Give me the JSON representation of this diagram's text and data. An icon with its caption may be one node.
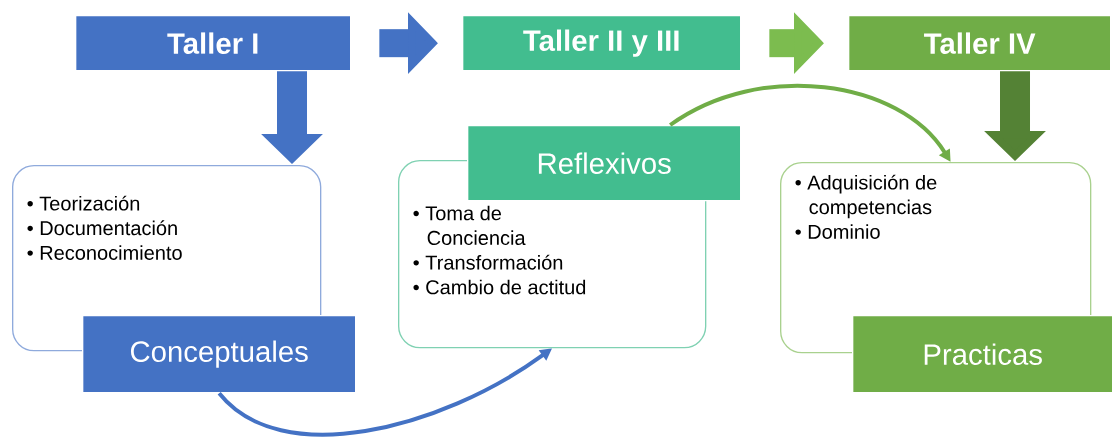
{
  "diagram": {
    "nodes": [
      {
        "text": [
          "Taller I"
        ]
      },
      {
        "text": [
          "Taller II y  III"
        ]
      },
      {
        "text": [
          "Taller IV"
        ]
      },
      {
        "text": [
          "• Teorización",
          "• Documentación",
          "• Reconocimiento"
        ]
      },
      {
        "text": [
          "Conceptuales"
        ]
      },
      {
        "text": [
          "• Toma de Conciencia",
          "• Transformación",
          "• Cambio de actitud"
        ]
      },
      {
        "text": [
          "Reflexivos"
        ]
      },
      {
        "text": [
          "• Adquisición de competencias",
          "• Dominio"
        ]
      },
      {
        "text": [
          "Practicas"
        ]
      }
    ],
    "edges": [
      {
        "from": 0,
        "to": 1,
        "arrow": "to",
        "color": "#4472c4"
      },
      {
        "from": 1,
        "to": 2,
        "arrow": "to",
        "color": "#7cbc4f"
      },
      {
        "from": 0,
        "to": 3,
        "arrow": "to",
        "color": "#4472c4"
      },
      {
        "from": 2,
        "to": 7,
        "arrow": "to",
        "color": "#548235"
      },
      {
        "from": 4,
        "to": 5,
        "arrow": "to",
        "color": "#4472c4"
      },
      {
        "from": 6,
        "to": 7,
        "arrow": "to",
        "color": "#70ad47"
      }
    ]
  }
}
